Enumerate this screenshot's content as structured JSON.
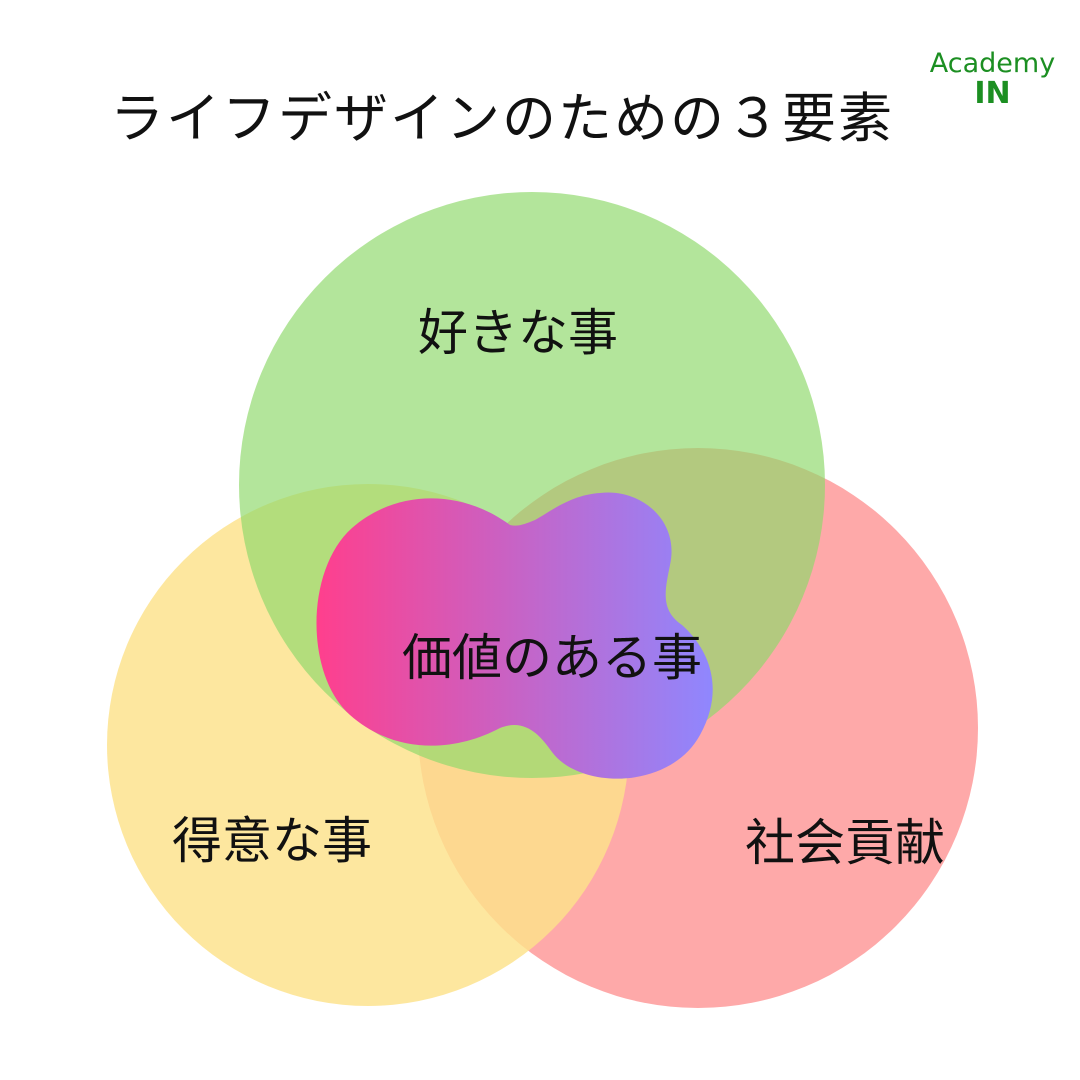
{
  "title": "ライフデザインのための３要素",
  "logo": {
    "line1": "Academy",
    "line2": "IN",
    "color": "#1c8f22"
  },
  "diagram": {
    "sets": {
      "like": {
        "label": "好きな事",
        "color": "#8fd86c"
      },
      "good_at": {
        "label": "得意な事",
        "color": "#fde28a"
      },
      "contribution": {
        "label": "社会貢献",
        "color": "#fe8c8c"
      }
    },
    "center": {
      "label": "価値のある事",
      "gradient_start": "#ff3f8d",
      "gradient_end": "#8f87fe"
    }
  }
}
